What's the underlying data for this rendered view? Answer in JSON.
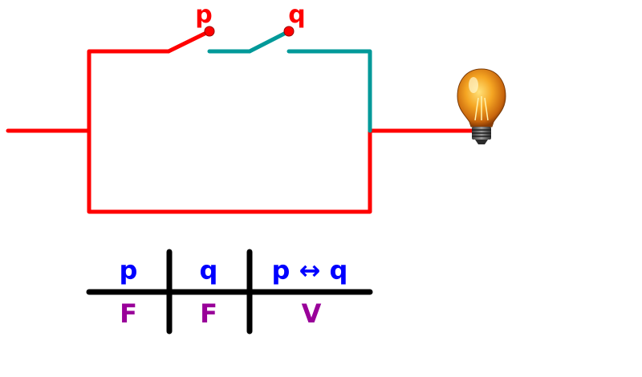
{
  "circuit": {
    "switch_p_label": "p",
    "switch_q_label": "q",
    "colors": {
      "active_wire": "#ff0000",
      "inactive_wire": "#009999",
      "switch_label": "#ff0000"
    },
    "bulb_icon": "light-bulb-icon"
  },
  "truth_table": {
    "headers": [
      "p",
      "q",
      "p ↔ q"
    ],
    "row": [
      "F",
      "F",
      "V"
    ],
    "colors": {
      "header": "#0000ff",
      "value": "#990099",
      "rules": "#000000"
    }
  }
}
